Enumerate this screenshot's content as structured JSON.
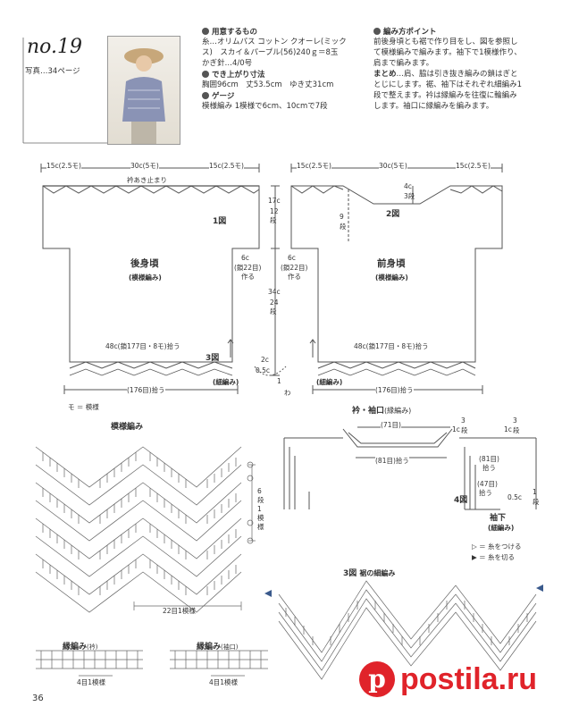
{
  "header": {
    "no": "no.19",
    "photo_ref": "写真…34ページ",
    "materials_title": "用意するもの",
    "yarn_line1": "糸…オリムパス コットン クオーレ(ミック",
    "yarn_line2": "ス)　スカイ＆パープル(56)240ｇ＝8玉",
    "needle": "かぎ針…4/0号",
    "size_title": "でき上がり寸法",
    "size_line": "胸囲96cm　丈53.5cm　ゆき丈31cm",
    "gauge_title": "ゲージ",
    "gauge_line": "模様編み 1模様で6cm、10cmで7段",
    "points_title": "編み方ポイント",
    "points_1": "前後身頃とも裾で作り目をし、図を参照し",
    "points_2": "て模様編みで編みます。袖下で1模様作り、",
    "points_3": "肩まで編みます。",
    "points_4a": "まとめ",
    "points_4": "…肩、脇は引き抜き編みの鎖はぎと",
    "points_5": "とじにします。裾、袖下はそれぞれ細編み1",
    "points_6": "段で整えます。衿は縁編みを往復に輪編み",
    "points_7": "します。袖口に縁編みを編みます。"
  },
  "back": {
    "m1": "15c(2.5モ)",
    "m2": "30c(5モ)",
    "m3": "15c(2.5モ)",
    "neck": "衿あき止まり",
    "fig": "1図",
    "title": "後身頃",
    "sub": "(模様編み)",
    "bottom": "48c(鎖177目・8モ)拾う",
    "fig3": "3図",
    "edge": "(細編み)",
    "count": "(176目)拾う"
  },
  "center": {
    "c17": "17c",
    "c12": "12",
    "c12b": "段",
    "c6a": "6c",
    "c6b": "(鎖22目)",
    "c6c": "作る",
    "c34": "34c",
    "c24": "24",
    "c24b": "段",
    "c2": "2c",
    "c05": "0.5c",
    "c1": "1",
    "cwa": "わ"
  },
  "front": {
    "m1": "15c(2.5モ)",
    "m2": "30c(5モ)",
    "m3": "15c(2.5モ)",
    "c4": "4c",
    "c3": "3段",
    "fig": "2図",
    "c9": "9",
    "c9b": "段",
    "c6a": "6c",
    "c6b": "(鎖22目)",
    "c6c": "作る",
    "title": "前身頃",
    "sub": "(模様編み)",
    "bottom": "48c(鎖177目・8モ)拾う",
    "edge": "(細編み)",
    "count": "(176目)拾う"
  },
  "legend_mo": "モ ＝ 模様",
  "pattern": {
    "title": "模様編み",
    "rows": "6段1模様",
    "stitches": "22目1模様"
  },
  "collar": {
    "title": "衿・袖口",
    "title_sub": "(縁編み)",
    "n71": "(71目)",
    "n81": "(81目)拾う",
    "c1": "1c",
    "c3": "3",
    "c3b": "段"
  },
  "sleeve": {
    "c1": "1c",
    "c3": "3",
    "c3b": "段",
    "n81": "(81目)",
    "n81b": "拾う",
    "n47": "(47目)",
    "n47b": "拾う",
    "fig4": "4図",
    "c05": "0.5c",
    "c1b": "1",
    "c1bb": "段",
    "title": "袖下",
    "sub": "(細編み)"
  },
  "yarn_legend": {
    "attach": "＝ 糸をつける",
    "cut": "＝ 糸を切る"
  },
  "hem": {
    "title": "3図",
    "title_sub": "裾の細編み"
  },
  "edging_collar": {
    "title": "縁編み",
    "sub": "(衿)",
    "repeat": "4目1模様"
  },
  "edging_cuff": {
    "title": "縁編み",
    "sub": "(袖口)",
    "repeat": "4目1模様"
  },
  "page_number": "36",
  "watermark": "postila.ru",
  "colors": {
    "pin_red": "#e0232a",
    "line": "#555555",
    "blue": "#3a5a8c"
  }
}
